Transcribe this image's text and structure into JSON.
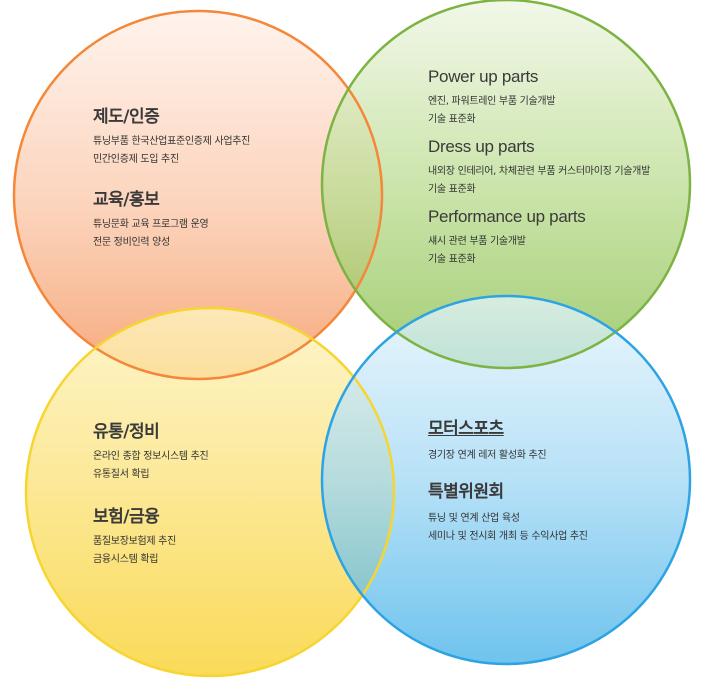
{
  "colors": {
    "orange": "#F4873A",
    "green": "#7CB342",
    "yellow": "#F7D531",
    "blue": "#2EA3E3"
  },
  "top_left": {
    "section1": {
      "title": "제도/인증",
      "lines": [
        "튜닝부품 한국산업표준인증제 사업추진",
        "민간인증제 도입 추진"
      ]
    },
    "section2": {
      "title": "교육/홍보",
      "lines": [
        "튜닝문화 교육 프로그램 운영",
        "전문 정비인력 양성"
      ]
    }
  },
  "top_right": {
    "section1": {
      "title": "Power up parts",
      "lines": [
        "엔진, 파워트레인 부품 기술개발",
        "기술 표준화"
      ]
    },
    "section2": {
      "title": "Dress up parts",
      "lines": [
        "내외장 인테리어, 차체관련 부품 커스터마이징 기술개발",
        "기술 표준화"
      ]
    },
    "section3": {
      "title": "Performance up parts",
      "lines": [
        "섀시 관련 부품 기술개발",
        "기술 표준화"
      ]
    }
  },
  "bottom_left": {
    "section1": {
      "title": "유통/정비",
      "lines": [
        "온라인 종합 정보시스템 추진",
        "유통질서 확립"
      ]
    },
    "section2": {
      "title": "보험/금융",
      "lines": [
        "품질보장보험제 추진",
        "금융시스템 확립"
      ]
    }
  },
  "bottom_right": {
    "section1": {
      "title": "모터스포츠",
      "lines": [
        "경기장 연계 레저 활성화 추진"
      ]
    },
    "section2": {
      "title": "특별위원회",
      "lines": [
        "튜닝 및 연계 산업 육성",
        "세미나 및 전시회 개최 등 수익사업 추진"
      ]
    }
  }
}
